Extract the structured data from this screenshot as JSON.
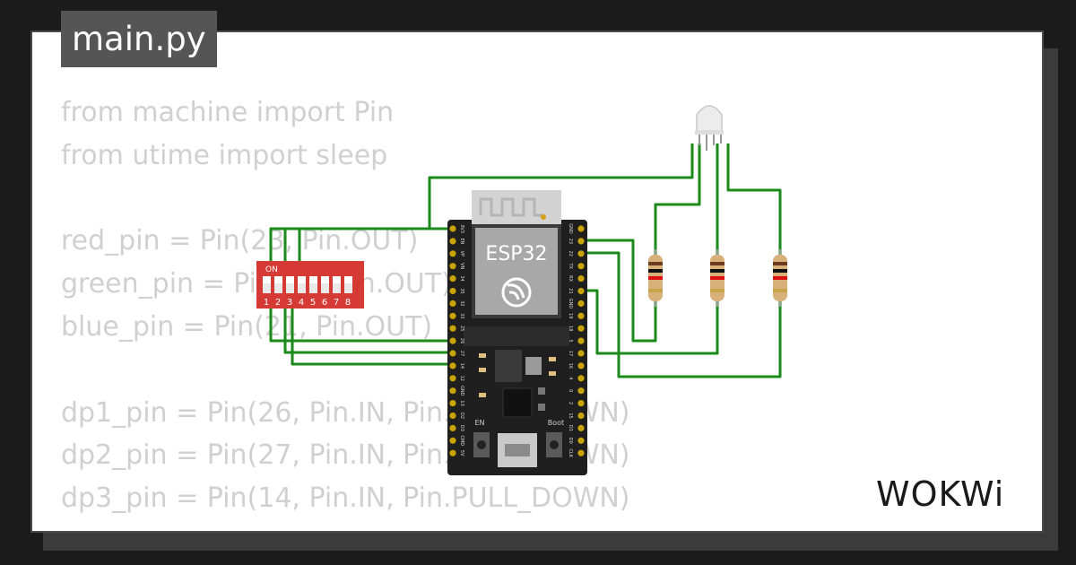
{
  "tab": {
    "filename": "main.py"
  },
  "code": {
    "lines": [
      "from machine import Pin",
      "from utime import sleep",
      "",
      "red_pin = Pin(23, Pin.OUT)",
      "green_pin = Pin(22, Pin.OUT)",
      "blue_pin = Pin(21, Pin.OUT)",
      "",
      "dp1_pin = Pin(26, Pin.IN, Pin.PULL_DOWN)",
      "dp2_pin = Pin(27, Pin.IN, Pin.PULL_DOWN)",
      "dp3_pin = Pin(14, Pin.IN, Pin.PULL_DOWN)"
    ]
  },
  "board": {
    "label": "ESP32",
    "en_label": "EN",
    "boot_label": "Boot",
    "left_pins": [
      "3V3",
      "EN",
      "VP",
      "VN",
      "34",
      "35",
      "32",
      "33",
      "25",
      "26",
      "27",
      "14",
      "12",
      "GND",
      "13",
      "D2",
      "D3",
      "CMD",
      "5V"
    ],
    "right_pins": [
      "GND",
      "23",
      "22",
      "TX",
      "RX",
      "21",
      "GND",
      "19",
      "18",
      "5",
      "17",
      "16",
      "4",
      "0",
      "2",
      "15",
      "D1",
      "D0",
      "CLK"
    ]
  },
  "dip_switch": {
    "on_label": "ON",
    "numbers": [
      "1",
      "2",
      "3",
      "4",
      "5",
      "6",
      "7",
      "8"
    ]
  },
  "brand": {
    "name": "WOKWi"
  },
  "colors": {
    "wire": "#1a8a1a",
    "dip_body": "#d63a35",
    "board": "#1f1f1f",
    "tab_bg": "#555555"
  }
}
